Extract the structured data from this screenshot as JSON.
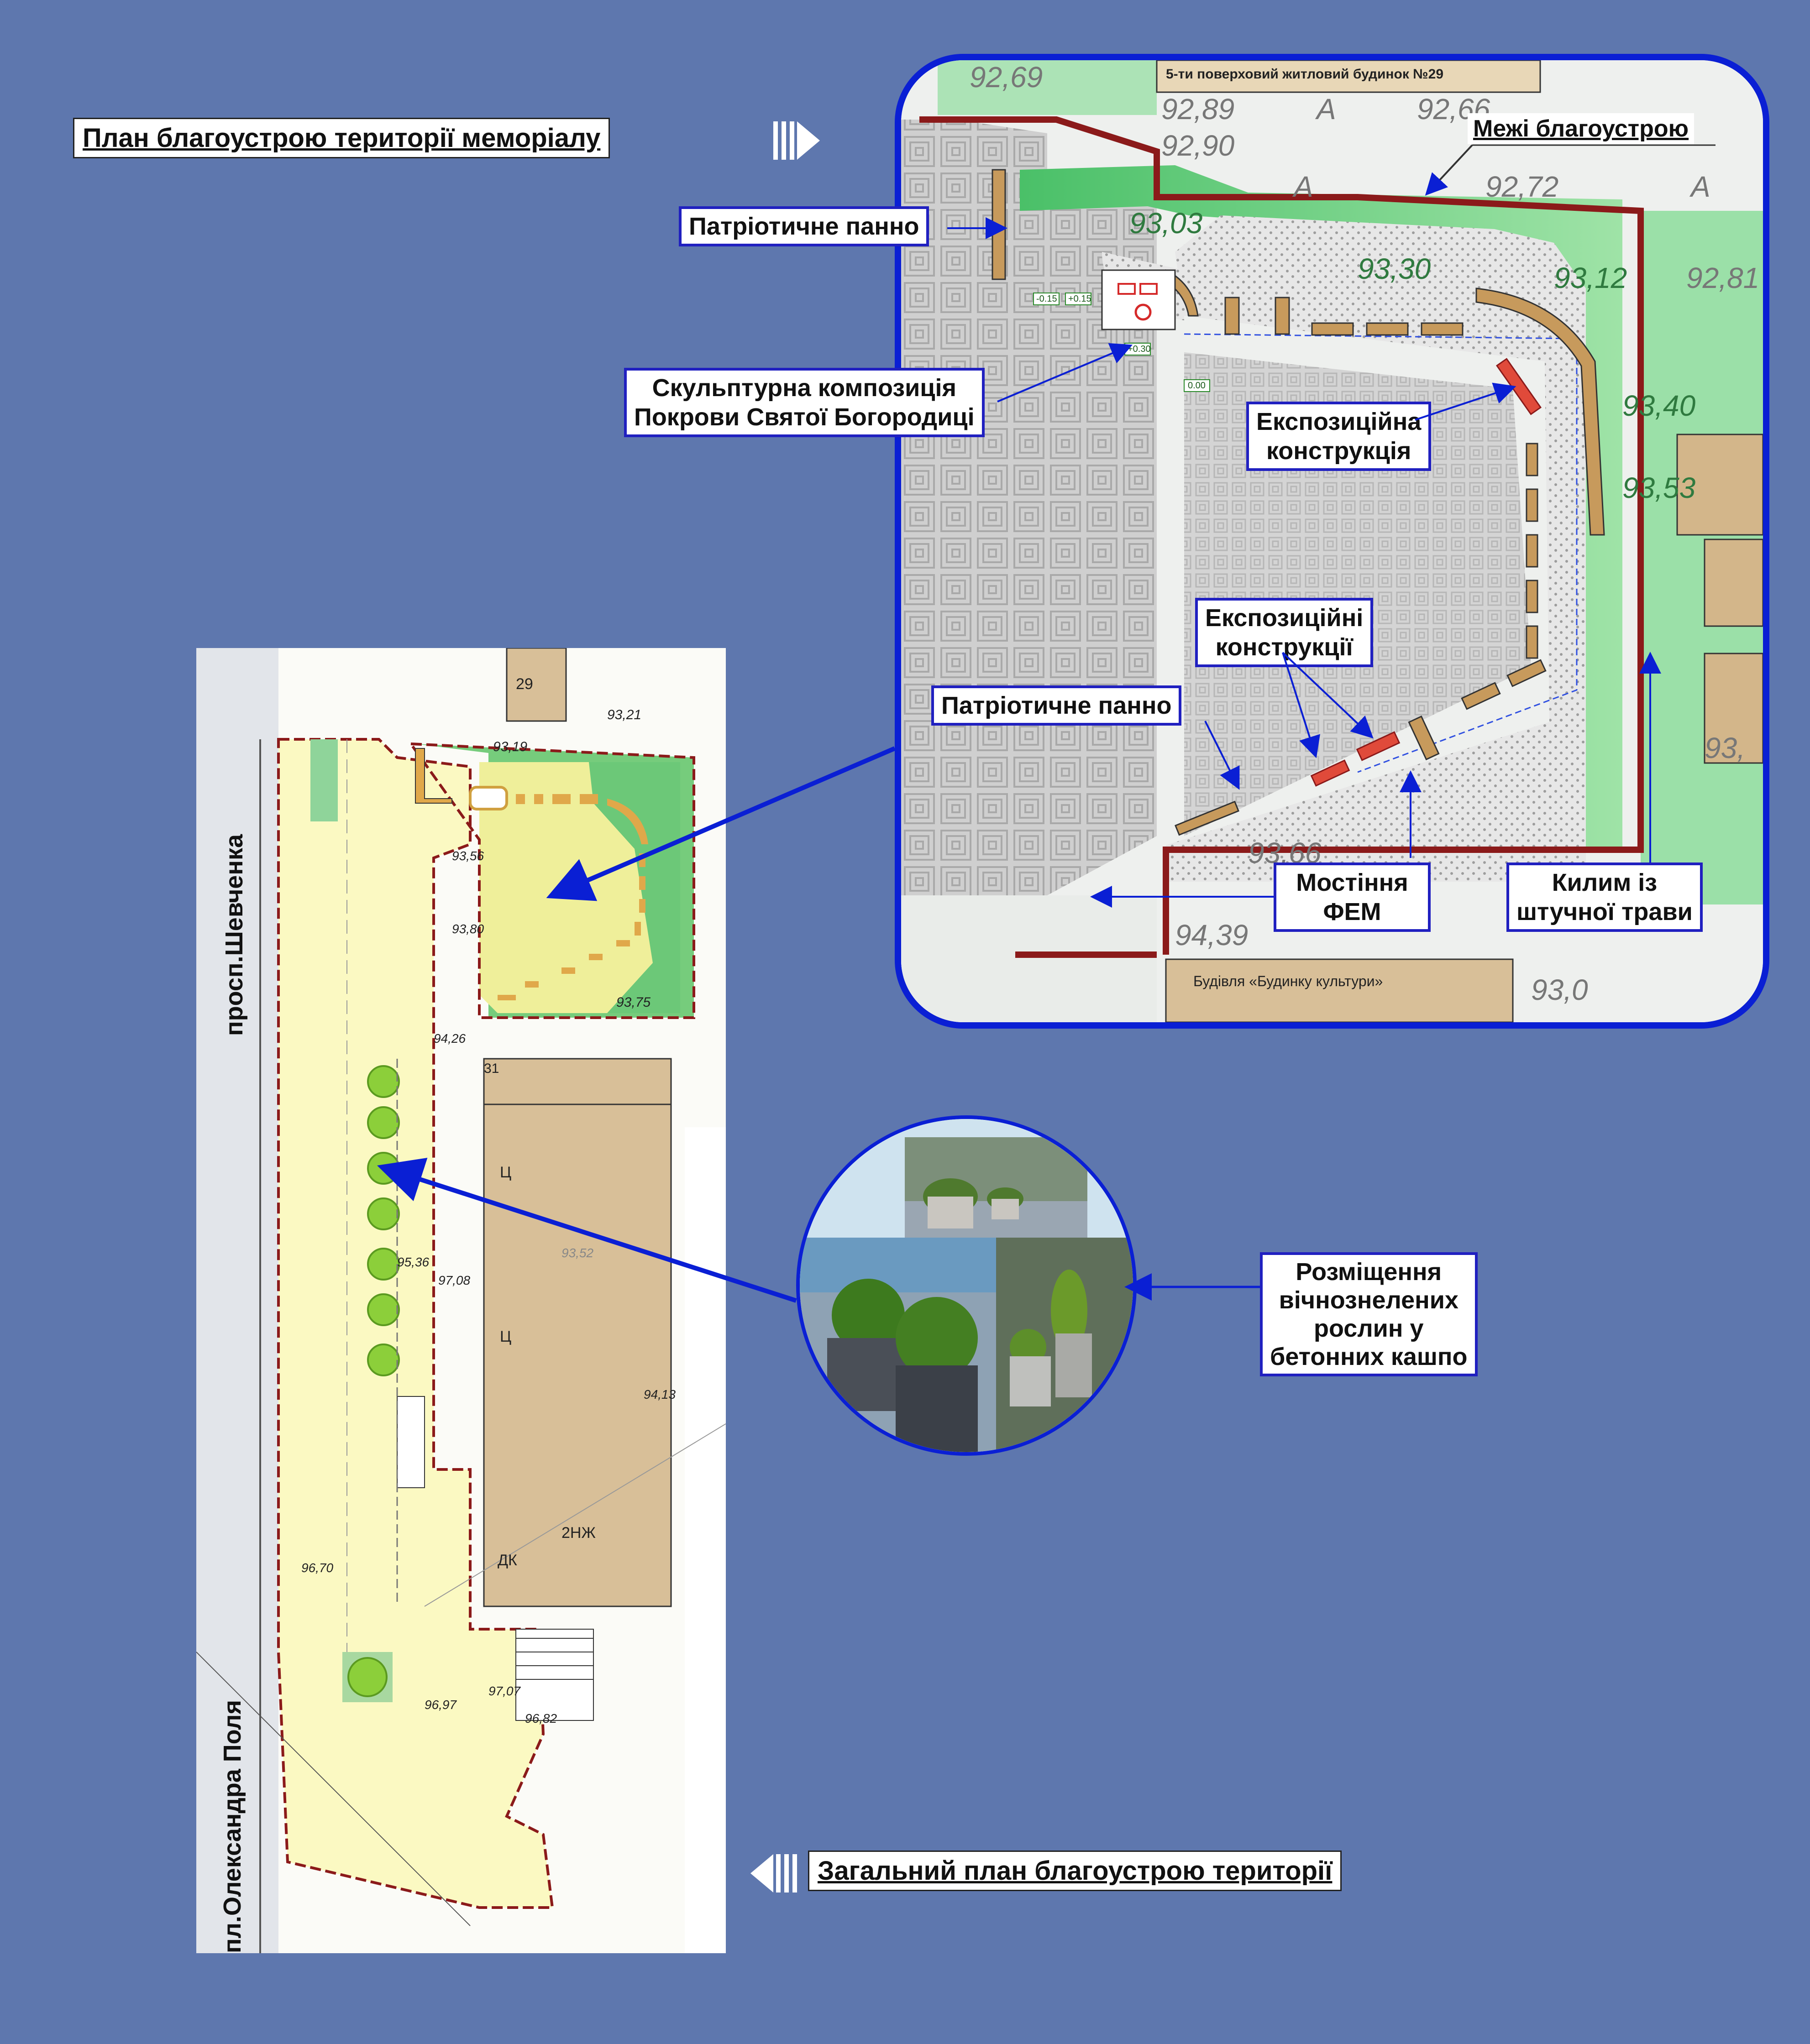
{
  "titles": {
    "memorial_plan": "План благоустрою території меморіалу",
    "general_plan": "Загальний план благоустрою території"
  },
  "detail_plan": {
    "building_29": "5-ти поверховий житловий будинок №29",
    "house_of_culture": "Будівля «Будинку культури»",
    "labels": {
      "boundaries": "Межі благоустрою",
      "patriotic_panel_top": "Патріотичне панно",
      "sculpture_line1": "Скульптурна композиція",
      "sculpture_line2": "Покрови Святої Богородиці",
      "exposition_single_line1": "Експозиційна",
      "exposition_single_line2": "конструкція",
      "exposition_multi_line1": "Експозиційні",
      "exposition_multi_line2": "конструкції",
      "patriotic_panel_bottom": "Патріотичне панно",
      "paving_line1": "Мостіння",
      "paving_line2": "ФЕМ",
      "turf_line1": "Килим із",
      "turf_line2": "штучної трави"
    },
    "elevations": [
      "92,69",
      "92,89",
      "92,90",
      "92,66",
      "92,72",
      "93,03",
      "93,30",
      "93,12",
      "92,81",
      "93,40",
      "93,53",
      "93,66",
      "94,39",
      "93,0",
      "93,"
    ],
    "level_marks": [
      "-0.15",
      "+0.15",
      "+0.30",
      "0.00"
    ],
    "letter_a": "А"
  },
  "general": {
    "street_shevchenka": "просп.Шевченка",
    "square_polya": "пл.Олександра Поля",
    "plan_text": [
      "29",
      "31",
      "Ц",
      "Ц",
      "2НЖ",
      "ДК",
      "93,21",
      "93,19",
      "93,75",
      "93,56",
      "93,80",
      "94,26",
      "95,36",
      "97,08",
      "97,07",
      "96,97",
      "96,82",
      "96,70",
      "94,13",
      "93,52"
    ]
  },
  "callout": {
    "evergreen_line1": "Розміщення",
    "evergreen_line2": "вічнознелених",
    "evergreen_line3": "рослин у",
    "evergreen_line4": "бетонних кашпо"
  },
  "colors": {
    "background": "#5e77ae",
    "frame_blue": "#0a1fd4",
    "boundary_red": "#8b1a1a",
    "grass_green": "#5cc874",
    "paving_gray": "#c9c9c9",
    "bench_tan": "#c79a5c",
    "building_tan": "#d8bf98",
    "plan_yellow": "#fbf9c2"
  }
}
